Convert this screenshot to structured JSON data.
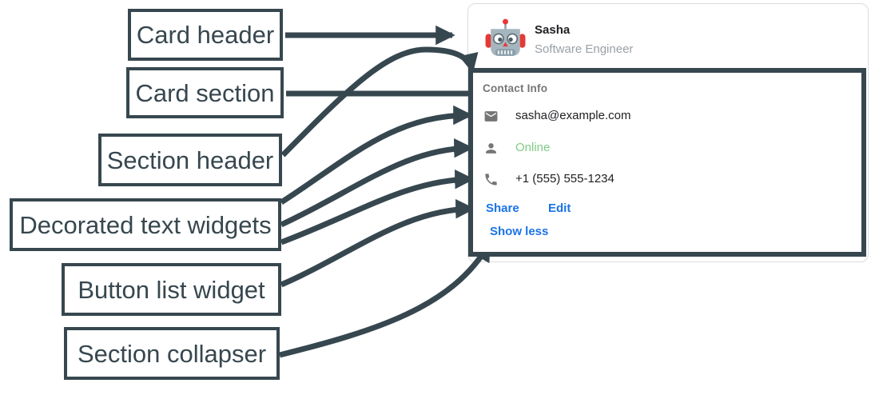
{
  "annotations": {
    "labels": [
      "Card header",
      "Card section",
      "Section header",
      "Decorated text widgets",
      "Button list widget",
      "Section collapser"
    ],
    "arrow_color": "#37474f"
  },
  "card": {
    "header": {
      "name": "Sasha",
      "subtitle": "Software Engineer",
      "avatar_icon": "robot-icon"
    },
    "section": {
      "title": "Contact Info",
      "rows": [
        {
          "icon": "email-icon",
          "text": "sasha@example.com",
          "text_color": "#202124"
        },
        {
          "icon": "person-icon",
          "text": "Online",
          "text_color": "#7fca84"
        },
        {
          "icon": "phone-icon",
          "text": "+1 (555) 555-1234",
          "text_color": "#202124"
        }
      ],
      "buttons": [
        {
          "label": "Share"
        },
        {
          "label": "Edit"
        }
      ],
      "collapser_label": "Show less",
      "accent_color": "#1a73e8",
      "border_color": "#37474f"
    }
  }
}
